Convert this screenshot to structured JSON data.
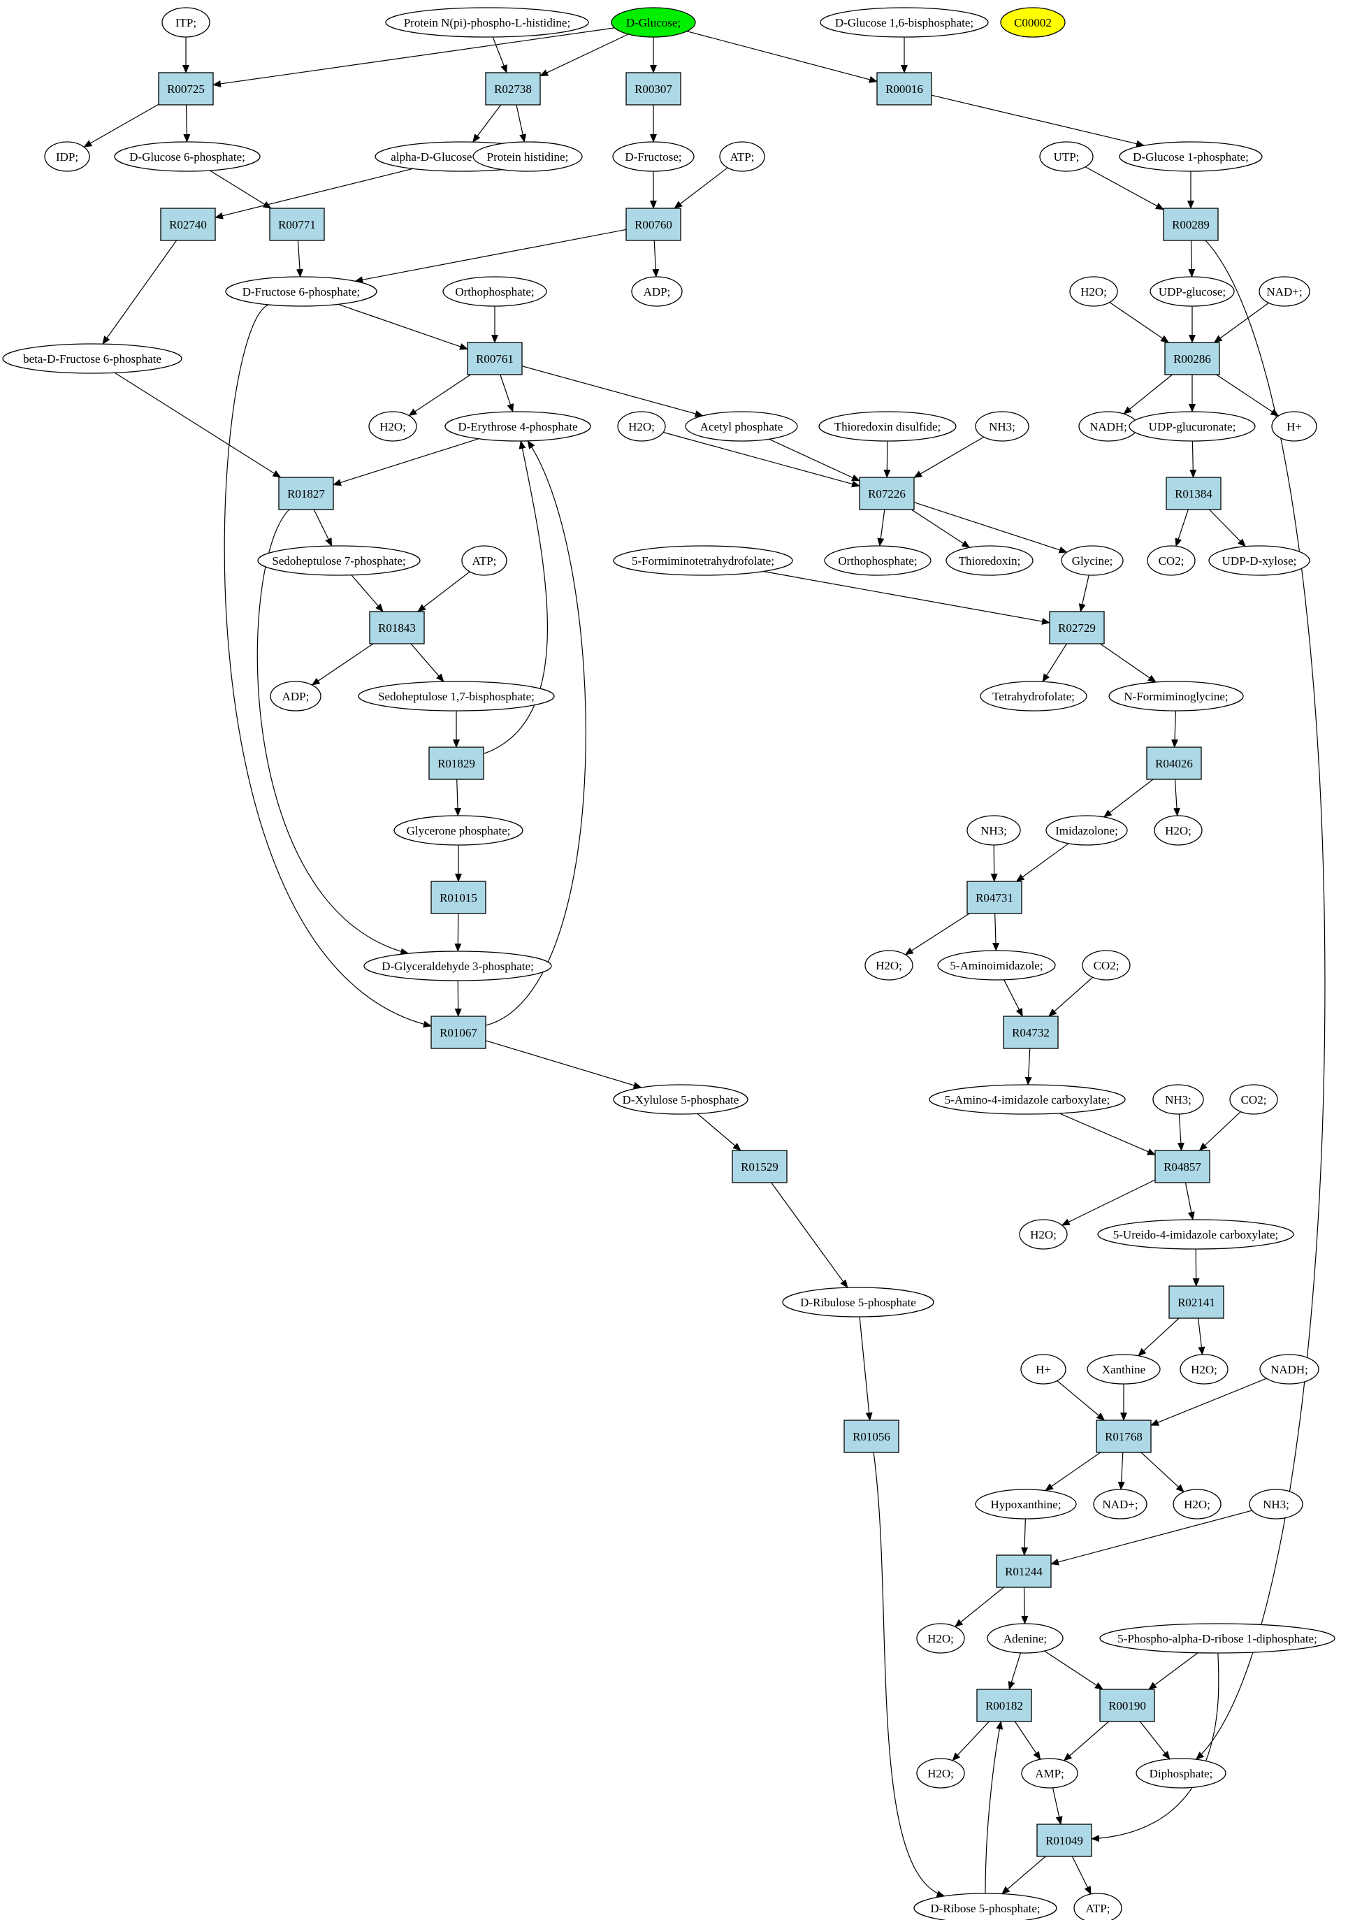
{
  "colors": {
    "reaction_fill": "#add8e6",
    "compound_fill": "#ffffff",
    "highlight_green": "#00ee00",
    "highlight_yellow": "#ffff00"
  },
  "nodes": [
    {
      "id": "itp",
      "label": "ITP;",
      "shape": "compound"
    },
    {
      "id": "protein_nphospho",
      "label": "Protein N(pi)-phospho-L-histidine;",
      "shape": "compound"
    },
    {
      "id": "dglucose",
      "label": "D-Glucose;",
      "shape": "compound",
      "fill": "#00ee00"
    },
    {
      "id": "dglucose16bp",
      "label": "D-Glucose 1,6-bisphosphate;",
      "shape": "compound"
    },
    {
      "id": "c00002",
      "label": "C00002",
      "shape": "compound",
      "fill": "#ffff00"
    },
    {
      "id": "r00725",
      "label": "R00725",
      "shape": "reaction"
    },
    {
      "id": "r02738",
      "label": "R02738",
      "shape": "reaction"
    },
    {
      "id": "r00307",
      "label": "R00307",
      "shape": "reaction"
    },
    {
      "id": "r00016",
      "label": "R00016",
      "shape": "reaction"
    },
    {
      "id": "idp",
      "label": "IDP;",
      "shape": "compound"
    },
    {
      "id": "dglucose6p",
      "label": "D-Glucose 6-phosphate;",
      "shape": "compound"
    },
    {
      "id": "alphadg6p",
      "label": "alpha-D-Glucose 6-phosphate",
      "shape": "compound"
    },
    {
      "id": "proteinhis",
      "label": "Protein histidine;",
      "shape": "compound"
    },
    {
      "id": "dfructose",
      "label": "D-Fructose;",
      "shape": "compound"
    },
    {
      "id": "atp1",
      "label": "ATP;",
      "shape": "compound"
    },
    {
      "id": "utp",
      "label": "UTP;",
      "shape": "compound"
    },
    {
      "id": "dglucose1p",
      "label": "D-Glucose 1-phosphate;",
      "shape": "compound"
    },
    {
      "id": "r02740",
      "label": "R02740",
      "shape": "reaction"
    },
    {
      "id": "r00771",
      "label": "R00771",
      "shape": "reaction"
    },
    {
      "id": "r00760",
      "label": "R00760",
      "shape": "reaction"
    },
    {
      "id": "r00289",
      "label": "R00289",
      "shape": "reaction"
    },
    {
      "id": "dfructose6p",
      "label": "D-Fructose 6-phosphate;",
      "shape": "compound"
    },
    {
      "id": "orthophosphate1",
      "label": "Orthophosphate;",
      "shape": "compound"
    },
    {
      "id": "adp1",
      "label": "ADP;",
      "shape": "compound"
    },
    {
      "id": "h2o_a",
      "label": "H2O;",
      "shape": "compound"
    },
    {
      "id": "udpglucose",
      "label": "UDP-glucose;",
      "shape": "compound"
    },
    {
      "id": "nadplus1",
      "label": "NAD+;",
      "shape": "compound"
    },
    {
      "id": "betadf6p",
      "label": "beta-D-Fructose 6-phosphate",
      "shape": "compound"
    },
    {
      "id": "r00761",
      "label": "R00761",
      "shape": "reaction"
    },
    {
      "id": "r00286",
      "label": "R00286",
      "shape": "reaction"
    },
    {
      "id": "h2o_b",
      "label": "H2O;",
      "shape": "compound"
    },
    {
      "id": "derythrose4p",
      "label": "D-Erythrose 4-phosphate",
      "shape": "compound"
    },
    {
      "id": "h2o_c",
      "label": "H2O;",
      "shape": "compound"
    },
    {
      "id": "acetylp",
      "label": "Acetyl phosphate",
      "shape": "compound"
    },
    {
      "id": "thioredoxin_ds",
      "label": "Thioredoxin disulfide;",
      "shape": "compound"
    },
    {
      "id": "nh3_a",
      "label": "NH3;",
      "shape": "compound"
    },
    {
      "id": "nadh1",
      "label": "NADH;",
      "shape": "compound"
    },
    {
      "id": "udpglucuronate",
      "label": "UDP-glucuronate;",
      "shape": "compound"
    },
    {
      "id": "hplus1",
      "label": "H+",
      "shape": "compound"
    },
    {
      "id": "r01827",
      "label": "R01827",
      "shape": "reaction"
    },
    {
      "id": "r07226",
      "label": "R07226",
      "shape": "reaction"
    },
    {
      "id": "r01384",
      "label": "R01384",
      "shape": "reaction"
    },
    {
      "id": "sedo7p",
      "label": "Sedoheptulose 7-phosphate;",
      "shape": "compound"
    },
    {
      "id": "atp2",
      "label": "ATP;",
      "shape": "compound"
    },
    {
      "id": "formimino_thf",
      "label": "5-Formiminotetrahydrofolate;",
      "shape": "compound"
    },
    {
      "id": "orthophosphate2",
      "label": "Orthophosphate;",
      "shape": "compound"
    },
    {
      "id": "thioredoxin",
      "label": "Thioredoxin;",
      "shape": "compound"
    },
    {
      "id": "glycine",
      "label": "Glycine;",
      "shape": "compound"
    },
    {
      "id": "co2_a",
      "label": "CO2;",
      "shape": "compound"
    },
    {
      "id": "udpxylose",
      "label": "UDP-D-xylose;",
      "shape": "compound"
    },
    {
      "id": "r01843",
      "label": "R01843",
      "shape": "reaction"
    },
    {
      "id": "r02729",
      "label": "R02729",
      "shape": "reaction"
    },
    {
      "id": "adp2",
      "label": "ADP;",
      "shape": "compound"
    },
    {
      "id": "sedo17bp",
      "label": "Sedoheptulose 1,7-bisphosphate;",
      "shape": "compound"
    },
    {
      "id": "thf",
      "label": "Tetrahydrofolate;",
      "shape": "compound"
    },
    {
      "id": "nformiminoglycine",
      "label": "N-Formiminoglycine;",
      "shape": "compound"
    },
    {
      "id": "r01829",
      "label": "R01829",
      "shape": "reaction"
    },
    {
      "id": "r04026",
      "label": "R04026",
      "shape": "reaction"
    },
    {
      "id": "glyceronep",
      "label": "Glycerone phosphate;",
      "shape": "compound"
    },
    {
      "id": "nh3_b",
      "label": "NH3;",
      "shape": "compound"
    },
    {
      "id": "imidazolone",
      "label": "Imidazolone;",
      "shape": "compound"
    },
    {
      "id": "h2o_d",
      "label": "H2O;",
      "shape": "compound"
    },
    {
      "id": "r01015",
      "label": "R01015",
      "shape": "reaction"
    },
    {
      "id": "r04731",
      "label": "R04731",
      "shape": "reaction"
    },
    {
      "id": "h2o_e",
      "label": "H2O;",
      "shape": "compound"
    },
    {
      "id": "aminoimidazole",
      "label": "5-Aminoimidazole;",
      "shape": "compound"
    },
    {
      "id": "co2_b",
      "label": "CO2;",
      "shape": "compound"
    },
    {
      "id": "dgap",
      "label": "D-Glyceraldehyde 3-phosphate;",
      "shape": "compound"
    },
    {
      "id": "r01067",
      "label": "R01067",
      "shape": "reaction"
    },
    {
      "id": "r04732",
      "label": "R04732",
      "shape": "reaction"
    },
    {
      "id": "dxylulose5p",
      "label": "D-Xylulose 5-phosphate",
      "shape": "compound"
    },
    {
      "id": "aica",
      "label": "5-Amino-4-imidazole carboxylate;",
      "shape": "compound"
    },
    {
      "id": "nh3_c",
      "label": "NH3;",
      "shape": "compound"
    },
    {
      "id": "co2_c",
      "label": "CO2;",
      "shape": "compound"
    },
    {
      "id": "r01529",
      "label": "R01529",
      "shape": "reaction"
    },
    {
      "id": "r04857",
      "label": "R04857",
      "shape": "reaction"
    },
    {
      "id": "h2o_f",
      "label": "H2O;",
      "shape": "compound"
    },
    {
      "id": "ureidoimid",
      "label": "5-Ureido-4-imidazole carboxylate;",
      "shape": "compound"
    },
    {
      "id": "dribulose5p",
      "label": "D-Ribulose 5-phosphate",
      "shape": "compound"
    },
    {
      "id": "r02141",
      "label": "R02141",
      "shape": "reaction"
    },
    {
      "id": "hplus2",
      "label": "H+",
      "shape": "compound"
    },
    {
      "id": "xanthine",
      "label": "Xanthine",
      "shape": "compound"
    },
    {
      "id": "h2o_g",
      "label": "H2O;",
      "shape": "compound"
    },
    {
      "id": "nadh2",
      "label": "NADH;",
      "shape": "compound"
    },
    {
      "id": "r01056",
      "label": "R01056",
      "shape": "reaction"
    },
    {
      "id": "r01768",
      "label": "R01768",
      "shape": "reaction"
    },
    {
      "id": "hypoxanthine",
      "label": "Hypoxanthine;",
      "shape": "compound"
    },
    {
      "id": "nadplus2",
      "label": "NAD+;",
      "shape": "compound"
    },
    {
      "id": "h2o_h",
      "label": "H2O;",
      "shape": "compound"
    },
    {
      "id": "nh3_d",
      "label": "NH3;",
      "shape": "compound"
    },
    {
      "id": "r01244",
      "label": "R01244",
      "shape": "reaction"
    },
    {
      "id": "h2o_i",
      "label": "H2O;",
      "shape": "compound"
    },
    {
      "id": "adenine",
      "label": "Adenine;",
      "shape": "compound"
    },
    {
      "id": "prpp",
      "label": "5-Phospho-alpha-D-ribose 1-diphosphate;",
      "shape": "compound"
    },
    {
      "id": "r00182",
      "label": "R00182",
      "shape": "reaction"
    },
    {
      "id": "r00190",
      "label": "R00190",
      "shape": "reaction"
    },
    {
      "id": "h2o_j",
      "label": "H2O;",
      "shape": "compound"
    },
    {
      "id": "amp",
      "label": "AMP;",
      "shape": "compound"
    },
    {
      "id": "diphosphate",
      "label": "Diphosphate;",
      "shape": "compound"
    },
    {
      "id": "r01049",
      "label": "R01049",
      "shape": "reaction"
    },
    {
      "id": "dribose5p",
      "label": "D-Ribose 5-phosphate;",
      "shape": "compound"
    },
    {
      "id": "atp3",
      "label": "ATP;",
      "shape": "compound"
    }
  ],
  "edges": [
    [
      "itp",
      "r00725"
    ],
    [
      "dglucose",
      "r00725"
    ],
    [
      "r00725",
      "idp"
    ],
    [
      "r00725",
      "dglucose6p"
    ],
    [
      "protein_nphospho",
      "r02738"
    ],
    [
      "dglucose",
      "r02738"
    ],
    [
      "r02738",
      "alphadg6p"
    ],
    [
      "r02738",
      "proteinhis"
    ],
    [
      "dglucose",
      "r00307"
    ],
    [
      "r00307",
      "dfructose"
    ],
    [
      "dglucose",
      "r00016"
    ],
    [
      "dglucose16bp",
      "r00016"
    ],
    [
      "r00016",
      "dglucose1p"
    ],
    [
      "alphadg6p",
      "r02740"
    ],
    [
      "r02740",
      "betadf6p"
    ],
    [
      "dglucose6p",
      "r00771"
    ],
    [
      "r00771",
      "dfructose6p"
    ],
    [
      "dfructose",
      "r00760"
    ],
    [
      "atp1",
      "r00760"
    ],
    [
      "r00760",
      "dfructose6p"
    ],
    [
      "r00760",
      "adp1"
    ],
    [
      "utp",
      "r00289"
    ],
    [
      "dglucose1p",
      "r00289"
    ],
    [
      "r00289",
      "udpglucose"
    ],
    [
      "r00289",
      "diphosphate"
    ],
    [
      "dfructose6p",
      "r00761"
    ],
    [
      "orthophosphate1",
      "r00761"
    ],
    [
      "r00761",
      "h2o_b"
    ],
    [
      "r00761",
      "derythrose4p"
    ],
    [
      "r00761",
      "acetylp"
    ],
    [
      "dfructose6p",
      "r01067"
    ],
    [
      "h2o_a",
      "r00286"
    ],
    [
      "udpglucose",
      "r00286"
    ],
    [
      "nadplus1",
      "r00286"
    ],
    [
      "r00286",
      "nadh1"
    ],
    [
      "r00286",
      "udpglucuronate"
    ],
    [
      "r00286",
      "hplus1"
    ],
    [
      "udpglucuronate",
      "r01384"
    ],
    [
      "r01384",
      "co2_a"
    ],
    [
      "r01384",
      "udpxylose"
    ],
    [
      "betadf6p",
      "r01827"
    ],
    [
      "derythrose4p",
      "r01827"
    ],
    [
      "r01827",
      "sedo7p"
    ],
    [
      "r01827",
      "dgap"
    ],
    [
      "h2o_c",
      "r07226"
    ],
    [
      "acetylp",
      "r07226"
    ],
    [
      "thioredoxin_ds",
      "r07226"
    ],
    [
      "nh3_a",
      "r07226"
    ],
    [
      "r07226",
      "orthophosphate2"
    ],
    [
      "r07226",
      "thioredoxin"
    ],
    [
      "r07226",
      "glycine"
    ],
    [
      "sedo7p",
      "r01843"
    ],
    [
      "atp2",
      "r01843"
    ],
    [
      "r01843",
      "adp2"
    ],
    [
      "r01843",
      "sedo17bp"
    ],
    [
      "formimino_thf",
      "r02729"
    ],
    [
      "glycine",
      "r02729"
    ],
    [
      "r02729",
      "thf"
    ],
    [
      "r02729",
      "nformiminoglycine"
    ],
    [
      "sedo17bp",
      "r01829"
    ],
    [
      "r01829",
      "derythrose4p"
    ],
    [
      "r01829",
      "glyceronep"
    ],
    [
      "nformiminoglycine",
      "r04026"
    ],
    [
      "r04026",
      "imidazolone"
    ],
    [
      "r04026",
      "h2o_d"
    ],
    [
      "glyceronep",
      "r01015"
    ],
    [
      "r01015",
      "dgap"
    ],
    [
      "nh3_b",
      "r04731"
    ],
    [
      "imidazolone",
      "r04731"
    ],
    [
      "r04731",
      "h2o_e"
    ],
    [
      "r04731",
      "aminoimidazole"
    ],
    [
      "dgap",
      "r01067"
    ],
    [
      "r01067",
      "derythrose4p"
    ],
    [
      "r01067",
      "dxylulose5p"
    ],
    [
      "aminoimidazole",
      "r04732"
    ],
    [
      "co2_b",
      "r04732"
    ],
    [
      "r04732",
      "aica"
    ],
    [
      "aica",
      "r04857"
    ],
    [
      "nh3_c",
      "r04857"
    ],
    [
      "co2_c",
      "r04857"
    ],
    [
      "r04857",
      "h2o_f"
    ],
    [
      "r04857",
      "ureidoimid"
    ],
    [
      "dxylulose5p",
      "r01529"
    ],
    [
      "r01529",
      "dribulose5p"
    ],
    [
      "ureidoimid",
      "r02141"
    ],
    [
      "r02141",
      "xanthine"
    ],
    [
      "r02141",
      "h2o_g"
    ],
    [
      "dribulose5p",
      "r01056"
    ],
    [
      "r01056",
      "dribose5p"
    ],
    [
      "hplus2",
      "r01768"
    ],
    [
      "xanthine",
      "r01768"
    ],
    [
      "nadh2",
      "r01768"
    ],
    [
      "r01768",
      "hypoxanthine"
    ],
    [
      "r01768",
      "nadplus2"
    ],
    [
      "r01768",
      "h2o_h"
    ],
    [
      "hypoxanthine",
      "r01244"
    ],
    [
      "nh3_d",
      "r01244"
    ],
    [
      "r01244",
      "h2o_i"
    ],
    [
      "r01244",
      "adenine"
    ],
    [
      "adenine",
      "r00182"
    ],
    [
      "r00182",
      "h2o_j"
    ],
    [
      "r00182",
      "amp"
    ],
    [
      "adenine",
      "r00190"
    ],
    [
      "prpp",
      "r00190"
    ],
    [
      "r00190",
      "amp"
    ],
    [
      "r00190",
      "diphosphate"
    ],
    [
      "amp",
      "r01049"
    ],
    [
      "prpp",
      "r01049"
    ],
    [
      "r01049",
      "dribose5p"
    ],
    [
      "r01049",
      "atp3"
    ],
    [
      "dribose5p",
      "r00182"
    ]
  ]
}
